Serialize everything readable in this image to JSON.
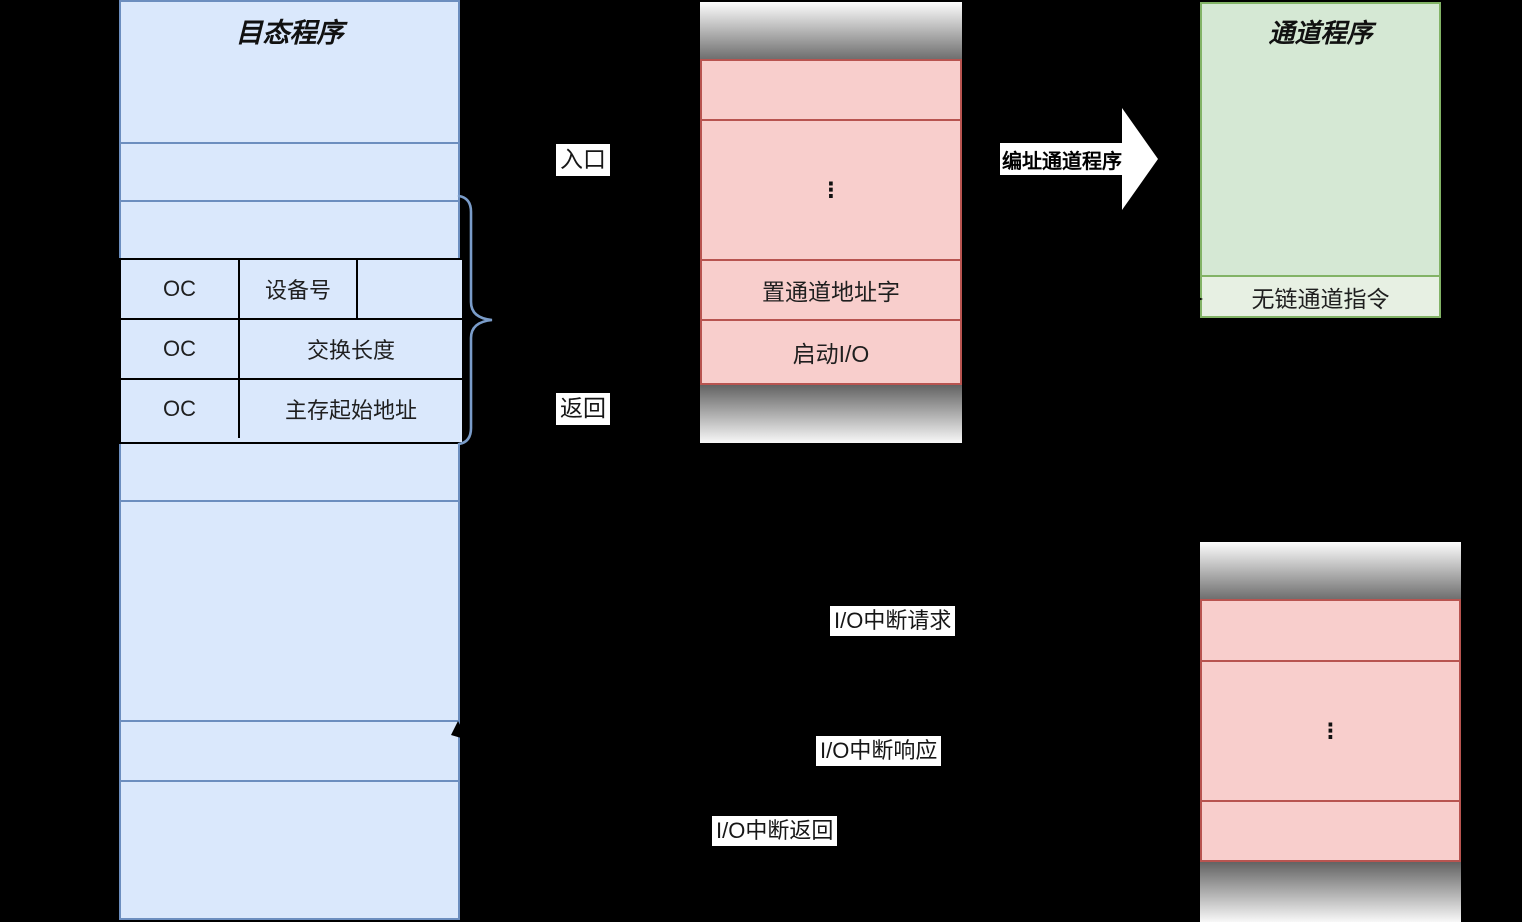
{
  "diagram": {
    "left_table": {
      "title": "目态程序",
      "oc_rows": [
        {
          "c1": "OC",
          "c2": "设备号",
          "c3": ""
        },
        {
          "c1": "OC",
          "c2": "交换长度"
        },
        {
          "c1": "OC",
          "c2": "主存起始地址"
        }
      ]
    },
    "labels": {
      "entry": "入口",
      "return": "返回",
      "io_request": "I/O中断请求",
      "io_response": "I/O中断响应",
      "io_return": "I/O中断返回",
      "encode_arrow": "编址通道程序"
    },
    "supervisor_box": {
      "ellipsis": "⋮",
      "set_caw": "置通道地址字",
      "start_io": "启动I/O"
    },
    "channel_box": {
      "title": "通道程序",
      "bottom_row": "无链通道指令"
    },
    "interrupt_box": {
      "ellipsis": "⋮"
    },
    "colors": {
      "background": "#000000",
      "blue_fill": "#dae8fc",
      "blue_stroke": "#6c8ebf",
      "red_fill": "#f8cecc",
      "red_stroke": "#b85450",
      "green_fill": "#d5e8d4",
      "green_stroke": "#82b366",
      "brace_stroke": "#7a9cc9"
    }
  }
}
